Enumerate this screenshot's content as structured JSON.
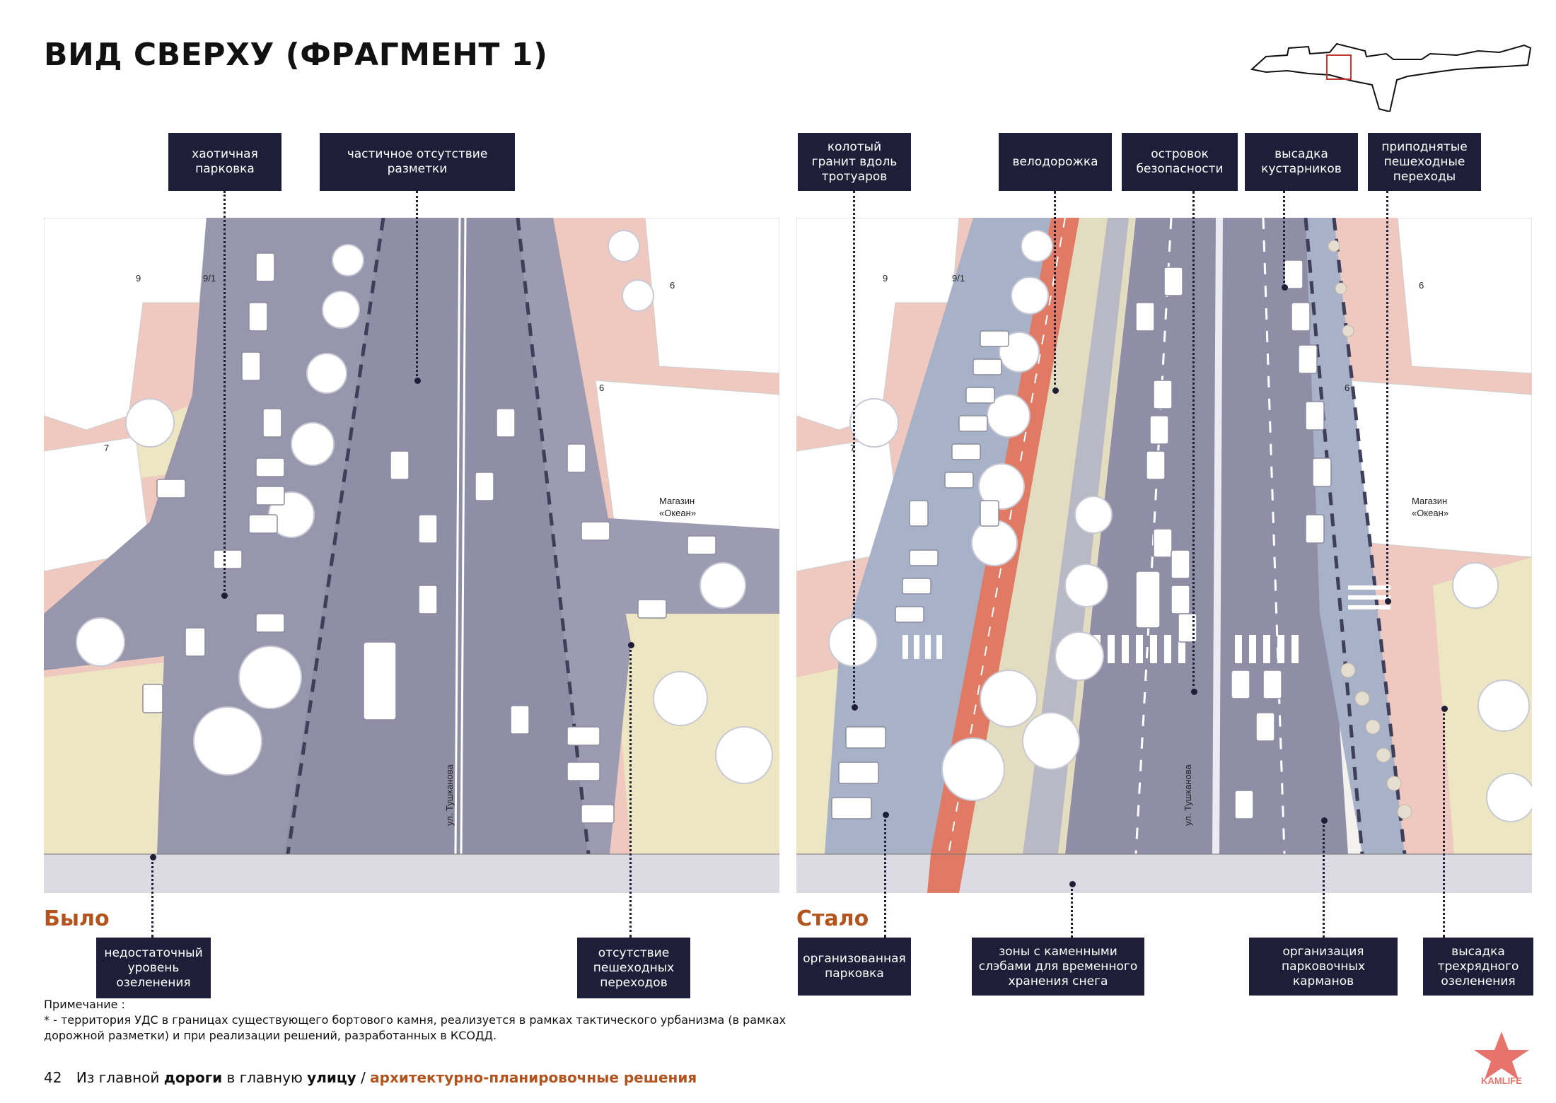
{
  "page": {
    "title": "ВИД СВЕРХУ (ФРАГМЕНТ 1)",
    "page_number": "42",
    "footer_part1": "Из главной ",
    "footer_bold1": "дороги",
    "footer_part2": " в главную ",
    "footer_bold2": "улицу",
    "footer_sep": " / ",
    "footer_sub": "архитектурно-планировочные решения",
    "logo_text": "KAMLIFE"
  },
  "before": {
    "state_label": "Было",
    "labels_top": [
      "хаотичная\nпарковка",
      "частичное отсутствие\nразметки"
    ],
    "labels_bottom": [
      "недостаточный\nуровень\nозеленения",
      "отсутствие\nпешеходных\nпереходов"
    ],
    "building_numbers": [
      "9",
      "9/1",
      "7",
      "6",
      "6"
    ],
    "shop": [
      "Магазин",
      "«Океан»"
    ],
    "street": "ул. Тушканова"
  },
  "after": {
    "state_label": "Стало",
    "labels_top": [
      "колотый\nгранит вдоль\nтротуаров",
      "велодорожка",
      "островок\nбезопасности",
      "высадка\nкустарников",
      "приподнятые\nпешеходные\nпереходы"
    ],
    "labels_bottom": [
      "организованная\nпарковка",
      "зоны с каменными\nслэбами для временного\nхранения снега",
      "организация\nпарковочных карманов",
      "высадка\nтрехрядного\nозеленения"
    ],
    "building_numbers": [
      "9",
      "9/1",
      "7",
      "6",
      "6"
    ],
    "shop": [
      "Магазин",
      "«Океан»"
    ],
    "street": "ул. Тушканова"
  },
  "note": {
    "heading": "Примечание :",
    "text": "* - территория УДС в границах существующего бортового камня, реализуется в рамках тактического урбанизма (в рамках дорожной разметки) и при реализации решений, разработанных в КСОДД."
  }
}
